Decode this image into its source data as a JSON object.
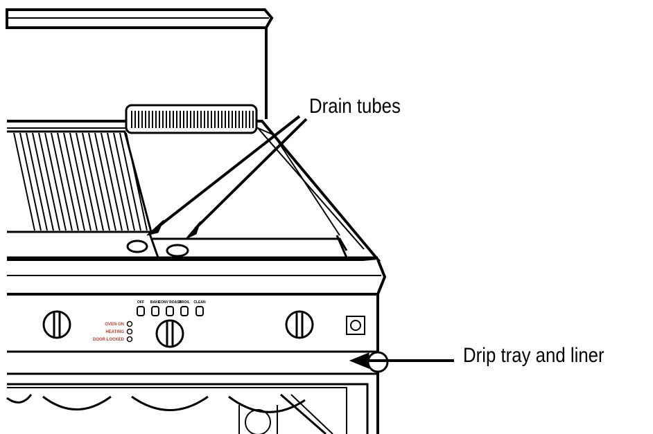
{
  "callouts": {
    "drain_tubes": "Drain tubes",
    "drip_tray": "Drip tray and liner"
  },
  "control_panel": {
    "indicators": [
      "OVEN ON",
      "HEATING",
      "DOOR LOCKED"
    ],
    "indicator_color": "#c0392b",
    "buttons": [
      "OFF",
      "BAKE",
      "CONV ROAST",
      "BROIL",
      "CLEAN"
    ]
  },
  "colors": {
    "ink": "#000000",
    "paper": "#ffffff"
  }
}
